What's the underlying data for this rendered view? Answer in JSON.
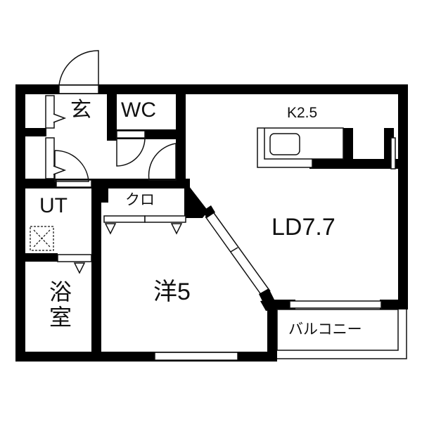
{
  "floor_plan": {
    "colors": {
      "wall": "#000000",
      "background": "#ffffff",
      "line": "#111111"
    },
    "rooms": {
      "entrance": {
        "label": "玄"
      },
      "toilet": {
        "label": "WC"
      },
      "kitchen": {
        "label": "K2.5"
      },
      "living_dining": {
        "label": "LD7.7"
      },
      "utility": {
        "label": "UT"
      },
      "closet": {
        "label": "クロ"
      },
      "bathroom": {
        "label": "浴室"
      },
      "western_room": {
        "label": "洋5"
      },
      "balcony": {
        "label": "バルコニー"
      }
    }
  }
}
